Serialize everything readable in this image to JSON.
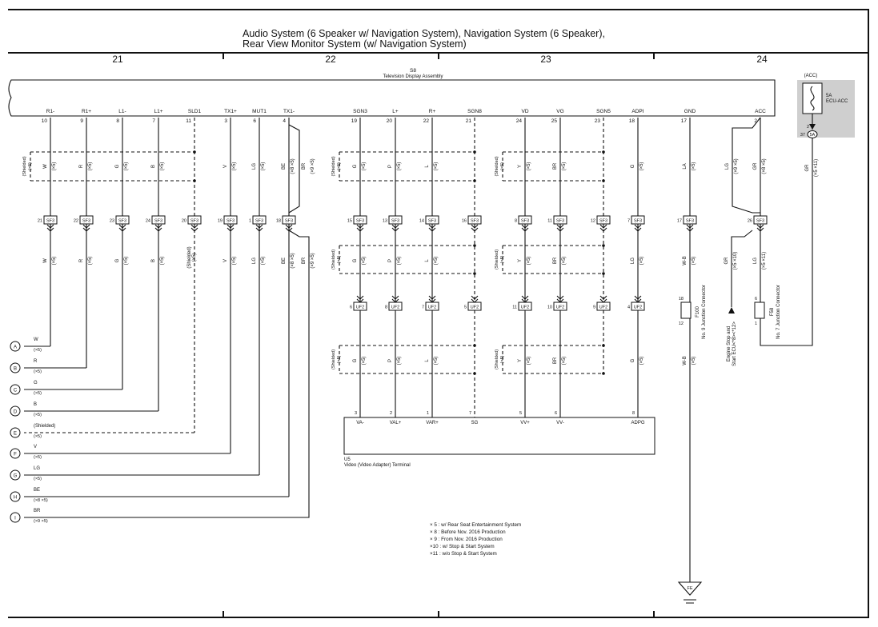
{
  "title": {
    "line1": "Audio System (6 Speaker w/ Navigation System), Navigation System (6 Speaker),",
    "line2": "Rear View Monitor System (w/ Navigation System)"
  },
  "columns": [
    "21",
    "22",
    "23",
    "24"
  ],
  "television_assembly": {
    "code": "S8",
    "name": "Television Display Assembly",
    "pins": [
      {
        "label": "R1-",
        "num": "10"
      },
      {
        "label": "R1+",
        "num": "9"
      },
      {
        "label": "L1-",
        "num": "8"
      },
      {
        "label": "L1+",
        "num": "7"
      },
      {
        "label": "SLD1",
        "num": "11"
      },
      {
        "label": "TX1+",
        "num": "3"
      },
      {
        "label": "MUT1",
        "num": "6"
      },
      {
        "label": "TX1-",
        "num": "4"
      },
      {
        "label": "SGN3",
        "num": "19"
      },
      {
        "label": "L+",
        "num": "20"
      },
      {
        "label": "R+",
        "num": "22"
      },
      {
        "label": "SGN8",
        "num": "21"
      },
      {
        "label": "VD",
        "num": "24"
      },
      {
        "label": "VG",
        "num": "25"
      },
      {
        "label": "SGN5",
        "num": "23"
      },
      {
        "label": "ADPI",
        "num": "18"
      },
      {
        "label": "GND",
        "num": "17"
      },
      {
        "label": "ACC",
        "num": "2"
      }
    ]
  },
  "fuse": {
    "header": "(ACC)",
    "rating": "5A",
    "name": "ECU-ACC",
    "pin_top": "2",
    "pin_side": "37",
    "connector": "5A"
  },
  "wire_colors_upper": [
    "W",
    "R",
    "G",
    "B",
    "V",
    "LG",
    "BE",
    "BR",
    "G",
    "P",
    "L",
    "Y",
    "BR",
    "G",
    "LA",
    "LG",
    "GR",
    "GR"
  ],
  "wire_codes_upper": [
    "(×5)",
    "(×5)",
    "(×5)",
    "(×5)",
    "(×5)",
    "(×5)",
    "(×8 ×5)",
    "(×9 ×5)",
    "(×5)",
    "(×5)",
    "(×5)",
    "(×5)",
    "(×5)",
    "(×5)",
    "(×5)",
    "(×9 ×5)",
    "(×8 ×5)",
    "(×5 ×11)"
  ],
  "shielded": "(Shielded)",
  "shield_code": "(×5)",
  "sf3_connector": "SF3",
  "sf3_pins": [
    "21",
    "22",
    "23",
    "24",
    "20",
    "19",
    "1",
    "18",
    "15",
    "13",
    "14",
    "16",
    "8",
    "11",
    "12",
    "7",
    "17",
    "26"
  ],
  "wire_colors_mid": [
    "W",
    "R",
    "G",
    "B",
    "V",
    "LG",
    "BE",
    "BR",
    "G",
    "P",
    "L",
    "Y",
    "BR",
    "LG",
    "W-B",
    "GR",
    "LG"
  ],
  "wire_codes_mid": [
    "(×5)",
    "(×5)",
    "(×5)",
    "(×5)",
    "(×5)",
    "(×5)",
    "(×8 ×5)",
    "(×9 ×5)",
    "(×5)",
    "(×5)",
    "(×5)",
    "(×5)",
    "(×5)",
    "(×5)",
    "(×5)",
    "(×5 ×10)",
    "(×5 ×11)"
  ],
  "uf2_connector": "UF2",
  "uf2_pins": [
    "6",
    "8",
    "7",
    "5",
    "11",
    "10",
    "9",
    "4"
  ],
  "wire_colors_low": [
    "G",
    "P",
    "L",
    "Y",
    "BR",
    "G",
    "W-B"
  ],
  "wire_codes_low": [
    "(×5)",
    "(×5)",
    "(×5)",
    "(×5)",
    "(×5)",
    "(×5)",
    "(×5)"
  ],
  "junction_f100": {
    "code": "F100",
    "name": "No. 9 Junction Connector",
    "pin_top": "18",
    "pin_bottom": "12"
  },
  "junction_f58": {
    "code": "F58",
    "name": "No. 7 Junction Connector",
    "pin_top": "6",
    "pin_bottom": "1"
  },
  "engine_label": {
    "line1": "Engine Stop and",
    "line2": "Start ECU<*8><*12>"
  },
  "video_adapter": {
    "code": "U5",
    "name": "Video (Video Adapter) Terminal",
    "pins": [
      {
        "num": "3",
        "label": "VA-"
      },
      {
        "num": "2",
        "label": "VAL+"
      },
      {
        "num": "1",
        "label": "VAR+"
      },
      {
        "num": "7",
        "label": "SG"
      },
      {
        "num": "5",
        "label": "VV+"
      },
      {
        "num": "6",
        "label": "VV-"
      },
      {
        "num": "8",
        "label": "ADPG"
      }
    ]
  },
  "left_terminals": [
    {
      "id": "A",
      "color": "W",
      "code": "(×5)"
    },
    {
      "id": "B",
      "color": "R",
      "code": "(×5)"
    },
    {
      "id": "C",
      "color": "G",
      "code": "(×5)"
    },
    {
      "id": "D",
      "color": "B",
      "code": "(×5)"
    },
    {
      "id": "E",
      "color": "(Shielded)",
      "code": "(×5)"
    },
    {
      "id": "F",
      "color": "V",
      "code": "(×5)"
    },
    {
      "id": "G",
      "color": "LG",
      "code": "(×5)"
    },
    {
      "id": "H",
      "color": "BE",
      "code": "(×8 ×5)"
    },
    {
      "id": "I",
      "color": "BR",
      "code": "(×9 ×5)"
    }
  ],
  "ground": "FE",
  "notes": [
    "× 5 : w/ Rear Seat Entertainment System",
    "× 8 : Before Nov.  2016 Production",
    "× 9 : From Nov.  2016 Production",
    "×10 : w/ Stop & Start System",
    "×11 : w/o Stop & Start System"
  ]
}
